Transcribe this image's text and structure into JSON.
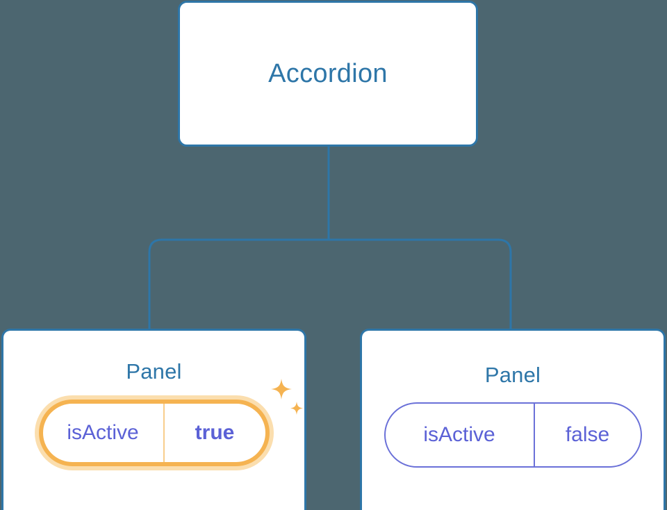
{
  "diagram": {
    "type": "component-tree",
    "background_color": "#4C6670",
    "node_border_color": "#2E76A8",
    "node_text_color": "#2E76A8",
    "prop_text_color": "#5B61D6",
    "highlight_color": "#F5B351",
    "highlight_glow_color": "#FBDEAE"
  },
  "root": {
    "label": "Accordion"
  },
  "children": [
    {
      "label": "Panel",
      "highlighted": true,
      "prop": {
        "key": "isActive",
        "value": "true"
      },
      "sparkle_large": "sparkle-icon",
      "sparkle_small": "sparkle-icon"
    },
    {
      "label": "Panel",
      "highlighted": false,
      "prop": {
        "key": "isActive",
        "value": "false"
      }
    }
  ]
}
